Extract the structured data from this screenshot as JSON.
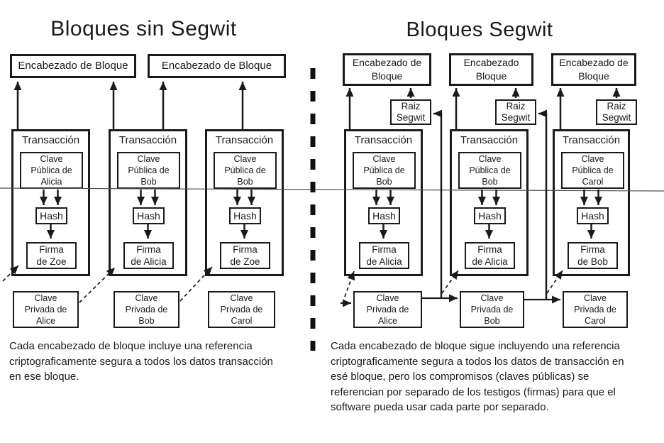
{
  "colors": {
    "ink": "#1a1a1a",
    "background": "#ffffff"
  },
  "left_panel": {
    "title": "Bloques sin Segwit",
    "block_headers": [
      "Encabezado de Bloque",
      "Encabezado de Bloque"
    ],
    "transactions": [
      {
        "label": "Transacción",
        "public_key": "Clave\nPública de\nAlicia",
        "hash_label": "Hash",
        "signature": "Firma\nde Zoe"
      },
      {
        "label": "Transacción",
        "public_key": "Clave\nPública de\nBob",
        "hash_label": "Hash",
        "signature": "Firma\nde Alicia"
      },
      {
        "label": "Transacción",
        "public_key": "Clave\nPública de\nBob",
        "hash_label": "Hash",
        "signature": "Firma\nde Zoe"
      }
    ],
    "private_keys": [
      "Clave\nPrivada de\nAlice",
      "Clave\nPrivada de\nBob",
      "Clave\nPrivada de\nCarol"
    ],
    "caption": "Cada encabezado de bloque incluye una referencia\ncriptograficamente segura a todos los datos transacción\nen ese bloque."
  },
  "right_panel": {
    "title": "Bloques Segwit",
    "block_headers": [
      "Encabezado de\nBloque",
      "Encabezado\nBloque",
      "Encabezado de\nBloque"
    ],
    "segwit_roots": [
      "Raiz\nSegwit",
      "Raiz\nSegwit",
      "Raiz\nSegwit"
    ],
    "transactions": [
      {
        "label": "Transacción",
        "public_key": "Clave\nPública de\nBob",
        "hash_label": "Hash",
        "signature": "Firma\nde Alicia"
      },
      {
        "label": "Transacción",
        "public_key": "Clave\nPública de\nBob",
        "hash_label": "Hash",
        "signature": "Firma\nde Alicia"
      },
      {
        "label": "Transacción",
        "public_key": "Clave\nPública de\nCarol",
        "hash_label": "Hash",
        "signature": "Firma\nde Bob"
      }
    ],
    "private_keys": [
      "Clave\nPrivada de\nAlice",
      "Clave\nPrivada de\nBob",
      "Clave\nPrivada de\nCarol"
    ],
    "caption": "Cada encabezado de bloque sigue incluyendo una referencia\ncriptograficamente segura a todos los datos de transacción en\nesé bloque, pero los compromisos (claves públicas) se\nreferencian por separado de los testigos (firmas) para que el\nsoftware pueda usar cada parte por separado."
  }
}
